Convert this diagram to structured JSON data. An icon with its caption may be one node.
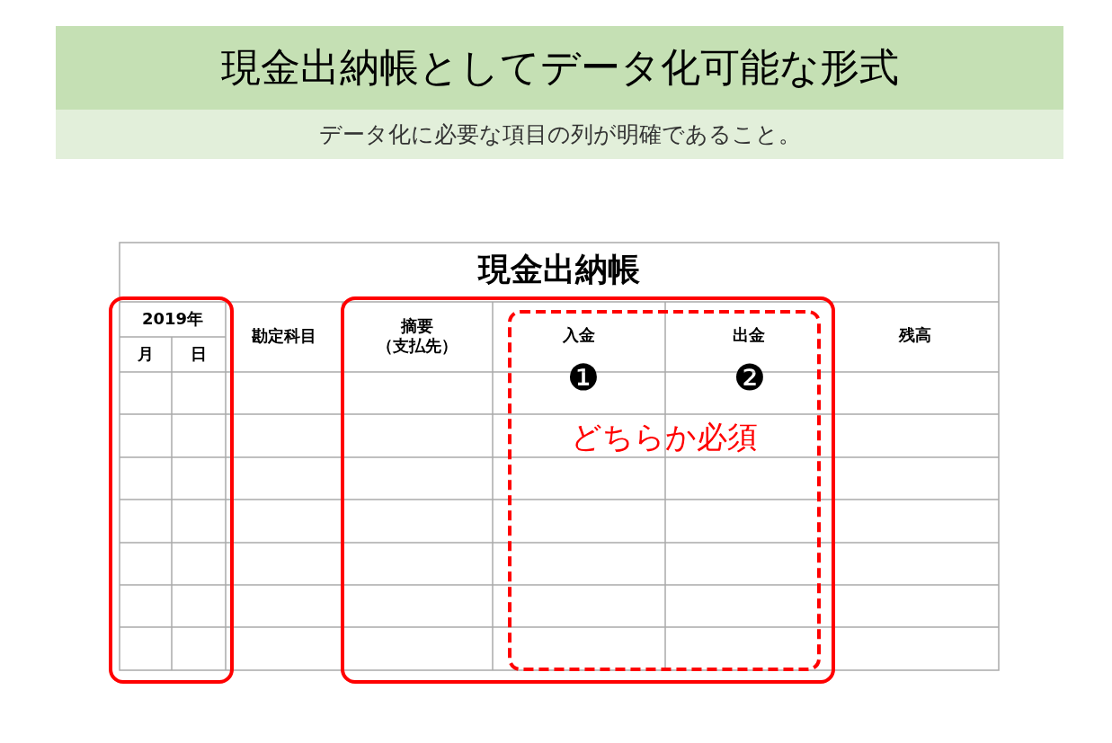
{
  "diagram": {
    "title": "現金出納帳としてデータ化可能な形式",
    "caption": "データ化に必要な項目の列が明確であること。",
    "labels": [
      "現金出納帳",
      "2019年",
      "勘定科目",
      "摘要（支払先）",
      "入金",
      "出金",
      "残高",
      "月",
      "日",
      "❶",
      "❷",
      "どちらか必須"
    ]
  }
}
